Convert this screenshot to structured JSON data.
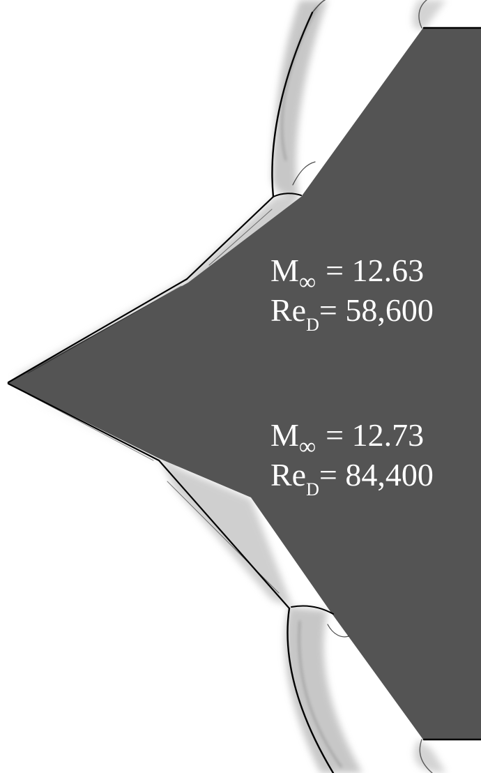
{
  "image": {
    "kind": "schlieren-cfd-visualization",
    "background_color": "#ffffff",
    "body_color": "#545454",
    "shock_color": "#000000"
  },
  "cases": [
    {
      "mach_symbol": "M",
      "mach_subscript": "∞",
      "mach_value": "= 12.63",
      "re_symbol": "Re",
      "re_subscript": "D",
      "re_value": "= 58,600"
    },
    {
      "mach_symbol": "M",
      "mach_subscript": "∞",
      "mach_value": "= 12.73",
      "re_symbol": "Re",
      "re_subscript": "D",
      "re_value": "= 84,400"
    }
  ]
}
